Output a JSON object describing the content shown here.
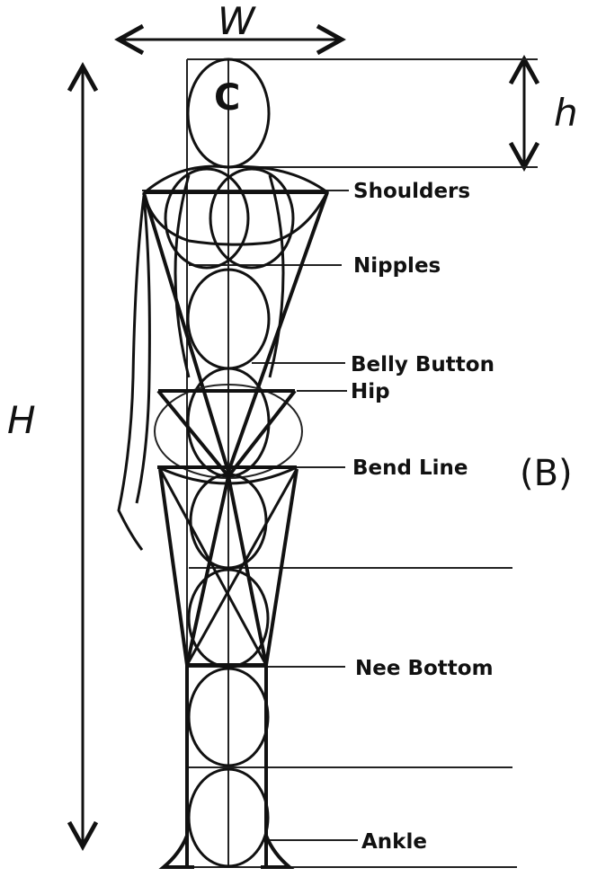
{
  "labels": {
    "width_symbol": "W",
    "height_symbol": "H",
    "head_height_symbol": "h",
    "head_center_symbol": "C",
    "panel_tag": "(B)",
    "landmarks": {
      "shoulders": "Shoulders",
      "nipples": "Nipples",
      "belly_button": "Belly Button",
      "hip": "Hip",
      "bend_line": "Bend Line",
      "knee_bottom": "Nee Bottom",
      "ankle": "Ankle"
    }
  },
  "colors": {
    "stroke": "#111111",
    "background": "#ffffff"
  }
}
